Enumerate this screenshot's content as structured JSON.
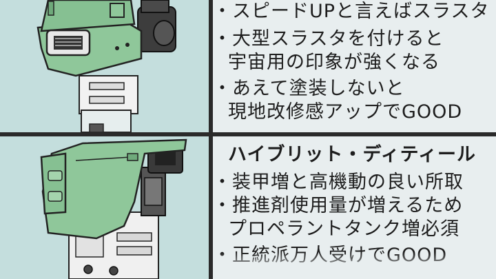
{
  "top_panel": {
    "lines": [
      "・スピードUPと言えばスラスタ",
      "・大型スラスタを付けると",
      "宇宙用の印象が強くなる",
      "・あえて塗装しないと",
      "現地改修感アップでGOOD"
    ]
  },
  "bottom_panel": {
    "heading": "ハイブリット・ディティール",
    "lines": [
      "・装甲増と高機動の良い所取",
      "・推進剤使用量が増えるため",
      "プロペラントタンク増必須",
      "・正統派万人受けでGOOD"
    ]
  },
  "colors": {
    "armor_green": "#8fc79a",
    "panel_bg": "#c4dedd",
    "text_bg": "#e8eeef",
    "frame": "#2a2a2a"
  }
}
